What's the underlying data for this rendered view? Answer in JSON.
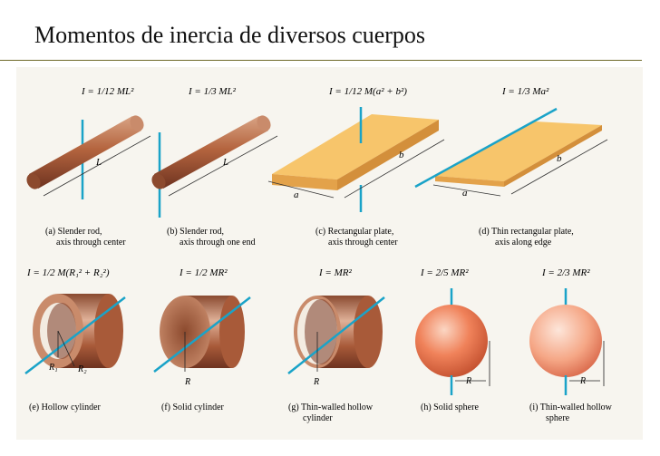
{
  "title": "Momentos de inercia de diversos cuerpos",
  "items": [
    {
      "id": "a",
      "formula": "I = 1/12 ML²",
      "caption1": "(a) Slender rod,",
      "caption2": "axis through center"
    },
    {
      "id": "b",
      "formula": "I = 1/3 ML²",
      "caption1": "(b) Slender rod,",
      "caption2": "axis through one end"
    },
    {
      "id": "c",
      "formula": "I = 1/12 M(a² + b²)",
      "caption1": "(c) Rectangular plate,",
      "caption2": "axis through center"
    },
    {
      "id": "d",
      "formula": "I = 1/3 Ma²",
      "caption1": "(d) Thin rectangular plate,",
      "caption2": "axis along edge"
    },
    {
      "id": "e",
      "formula": "I = 1/2 M(R₁² + R₂²)",
      "caption1": "(e) Hollow cylinder",
      "caption2": ""
    },
    {
      "id": "f",
      "formula": "I = 1/2 MR²",
      "caption1": "(f) Solid cylinder",
      "caption2": ""
    },
    {
      "id": "g",
      "formula": "I = MR²",
      "caption1": "(g) Thin-walled hollow",
      "caption2": "cylinder"
    },
    {
      "id": "h",
      "formula": "I = 2/5 MR²",
      "caption1": "(h) Solid sphere",
      "caption2": ""
    },
    {
      "id": "i",
      "formula": "I = 2/3 MR²",
      "caption1": "(i) Thin-walled hollow",
      "caption2": "sphere"
    }
  ],
  "labels": {
    "L": "L",
    "a": "a",
    "b": "b",
    "R": "R",
    "R1": "R₁",
    "R2": "R₂"
  },
  "colors": {
    "axis": "#1aa3c8",
    "copper": "#b5653f",
    "plate": "#f3b657",
    "sphere": "#f0825a"
  }
}
